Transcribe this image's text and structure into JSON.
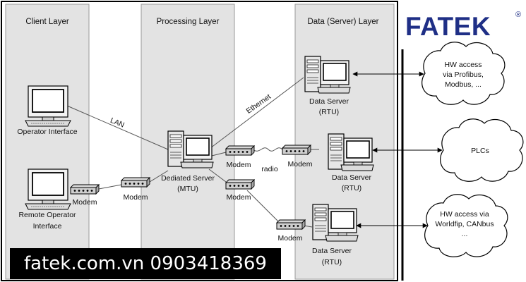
{
  "brand": {
    "logo": "FATEK",
    "registered_mark": "®"
  },
  "layers": {
    "client": "Client Layer",
    "processing": "Processing Layer",
    "data": "Data (Server) Layer"
  },
  "nodes": {
    "operator_interface": "Operator Interface",
    "remote_operator_line1": "Remote Operator",
    "remote_operator_line2": "Interface",
    "dedicated_server_line1": "Dediated Server",
    "dedicated_server_line2": "(MTU)",
    "data_server_line1": "Data Server",
    "data_server_line2": "(RTU)",
    "modem": "Modem"
  },
  "links": {
    "lan": "LAN",
    "ethernet": "Ethernet",
    "radio": "radio"
  },
  "clouds": {
    "top": [
      "HW access",
      "via Profibus,",
      "Modbus, ..."
    ],
    "middle": [
      "PLCs"
    ],
    "bottom": [
      "HW access via",
      "Worldfip, CANbus",
      "..."
    ]
  },
  "banner": "fatek.com.vn 0903418369"
}
